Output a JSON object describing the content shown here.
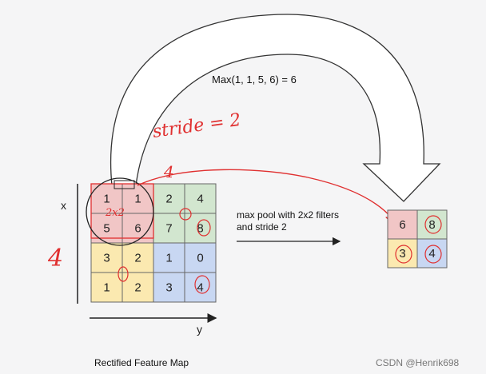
{
  "formula": "Max(1, 1, 5, 6) = 6",
  "stride_note": "stride = 2",
  "kernel_note": "2x2",
  "width_note": "4",
  "height_note": "4",
  "axis_x": "x",
  "axis_y": "y",
  "caption": "Rectified Feature Map",
  "operation_line1": "max pool with 2x2 filters",
  "operation_line2": "and stride 2",
  "watermark": "CSDN @Henrik698",
  "feature_map": [
    [
      "1",
      "1",
      "2",
      "4"
    ],
    [
      "5",
      "6",
      "7",
      "8"
    ],
    [
      "3",
      "2",
      "1",
      "0"
    ],
    [
      "1",
      "2",
      "3",
      "4"
    ]
  ],
  "pooled": [
    [
      "6",
      "8"
    ],
    [
      "3",
      "4"
    ]
  ],
  "colors": {
    "red_quadrant": "#f1c6c6",
    "green_quadrant": "#d2e6cf",
    "yellow_quadrant": "#fbe9b0",
    "blue_quadrant": "#c8d7f2",
    "annotation": "#e03030"
  }
}
